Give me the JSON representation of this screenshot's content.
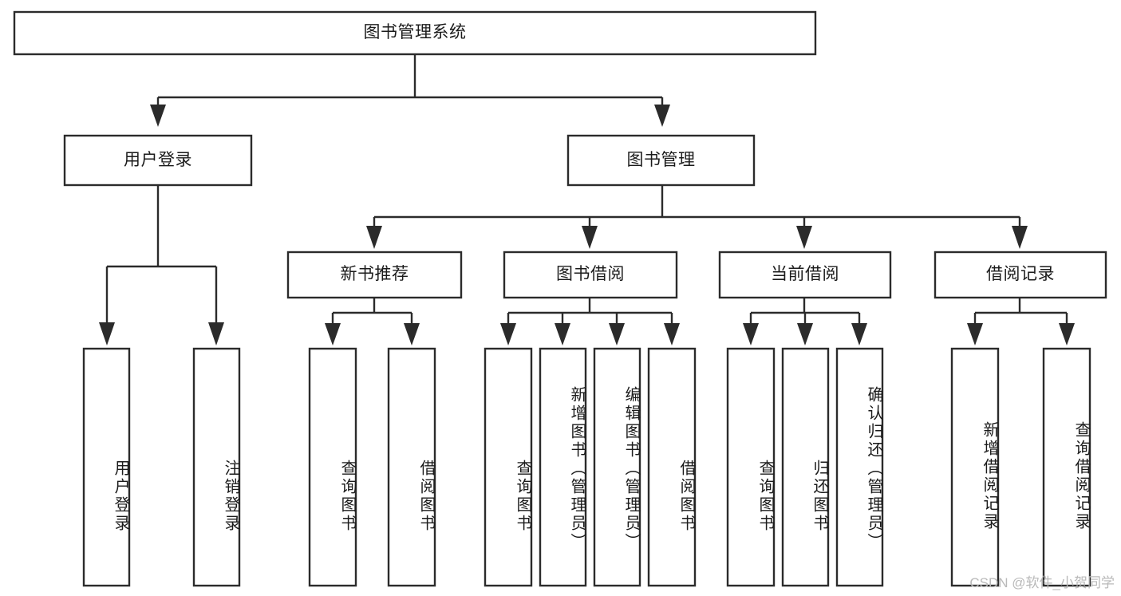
{
  "diagram": {
    "title": "图书管理系统",
    "watermark": "CSDN @软件_小贺同学",
    "colors": {
      "stroke": "#2b2b2b",
      "fill": "#ffffff",
      "text": "#1b1b1b",
      "watermark": "#b9b9b9"
    },
    "nodes": {
      "root": {
        "label": "图书管理系统",
        "orientation": "horizontal"
      },
      "level2": [
        {
          "id": "user-login",
          "label": "用户登录",
          "orientation": "horizontal"
        },
        {
          "id": "book-manage",
          "label": "图书管理",
          "orientation": "horizontal"
        }
      ],
      "level3": [
        {
          "id": "new-book-recommend",
          "label": "新书推荐",
          "orientation": "horizontal"
        },
        {
          "id": "book-borrow",
          "label": "图书借阅",
          "orientation": "horizontal"
        },
        {
          "id": "current-borrow",
          "label": "当前借阅",
          "orientation": "horizontal"
        },
        {
          "id": "borrow-record",
          "label": "借阅记录",
          "orientation": "horizontal"
        }
      ],
      "leaves": [
        {
          "id": "leaf-user-login",
          "label": "用户登录",
          "orientation": "vertical",
          "parent": "user-login"
        },
        {
          "id": "leaf-logout-login",
          "label": "注销登录",
          "orientation": "vertical",
          "parent": "user-login"
        },
        {
          "id": "leaf-query-book-1",
          "label": "查询图书",
          "orientation": "vertical",
          "parent": "new-book-recommend"
        },
        {
          "id": "leaf-borrow-book-1",
          "label": "借阅图书",
          "orientation": "vertical",
          "parent": "new-book-recommend"
        },
        {
          "id": "leaf-query-book-2",
          "label": "查询图书",
          "orientation": "vertical",
          "parent": "book-borrow"
        },
        {
          "id": "leaf-add-book",
          "label": "新增图书（管理员）",
          "orientation": "vertical",
          "parent": "book-borrow"
        },
        {
          "id": "leaf-edit-book",
          "label": "编辑图书（管理员）",
          "orientation": "vertical",
          "parent": "book-borrow"
        },
        {
          "id": "leaf-borrow-book-2",
          "label": "借阅图书",
          "orientation": "vertical",
          "parent": "book-borrow"
        },
        {
          "id": "leaf-query-book-3",
          "label": "查询图书",
          "orientation": "vertical",
          "parent": "current-borrow"
        },
        {
          "id": "leaf-return-book",
          "label": "归还图书",
          "orientation": "vertical",
          "parent": "current-borrow"
        },
        {
          "id": "leaf-confirm-return",
          "label": "确认归还（管理员）",
          "orientation": "vertical",
          "parent": "current-borrow"
        },
        {
          "id": "leaf-add-record",
          "label": "新增借阅记录",
          "orientation": "vertical",
          "parent": "borrow-record"
        },
        {
          "id": "leaf-query-record",
          "label": "查询借阅记录",
          "orientation": "vertical",
          "parent": "borrow-record"
        }
      ]
    }
  }
}
